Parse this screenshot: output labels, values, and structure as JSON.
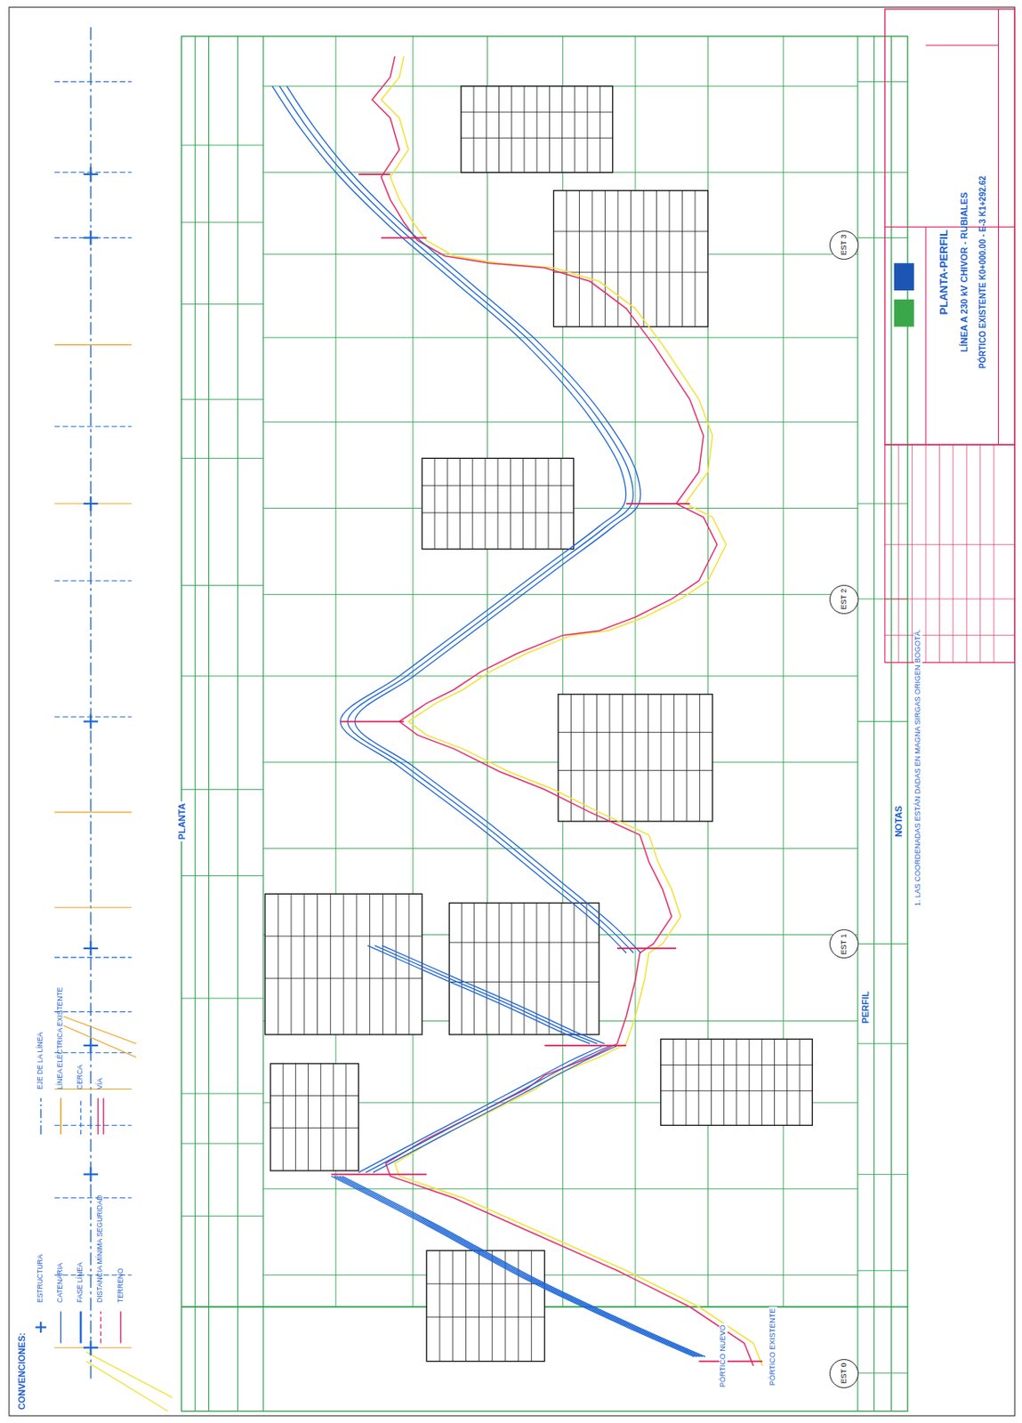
{
  "diagram": {
    "nodes": [
      {
        "text": [
          "PLANTA-PERFIL",
          "LÍNEA A 230 kV CHIVOR - RUBIALES",
          "PÓRTICO EXISTENTE K0+000.00 - E-3 K1+292.62"
        ]
      },
      {
        "text": [
          "EST 0"
        ]
      },
      {
        "text": [
          "EST 1"
        ]
      },
      {
        "text": [
          "EST 2"
        ]
      },
      {
        "text": [
          "EST 3"
        ]
      }
    ],
    "labels": [
      "PLANTA",
      "PERFIL",
      "NOTAS",
      "1. LAS COORDENADAS ESTÁN DADAS EN MAGNA SIRGAS ORIGEN BOGOTÁ.",
      "CONVENCIONES:",
      "PÓRTICO EXISTENTE",
      "PÓRTICO NUEVO"
    ],
    "legend": [
      {
        "text": "ESTRUCTURA"
      },
      {
        "text": "CATENARIA"
      },
      {
        "text": "FASE LÍNEA"
      },
      {
        "text": "DISTANCIA MÍNIMA SEGURIDAD"
      },
      {
        "text": "TERRENO"
      },
      {
        "text": "EJE DE LA LÍNEA"
      },
      {
        "text": "LÍNEA ELÉCTRICA EXISTENTE"
      },
      {
        "text": "CERCA"
      },
      {
        "text": "VÍA"
      }
    ]
  }
}
